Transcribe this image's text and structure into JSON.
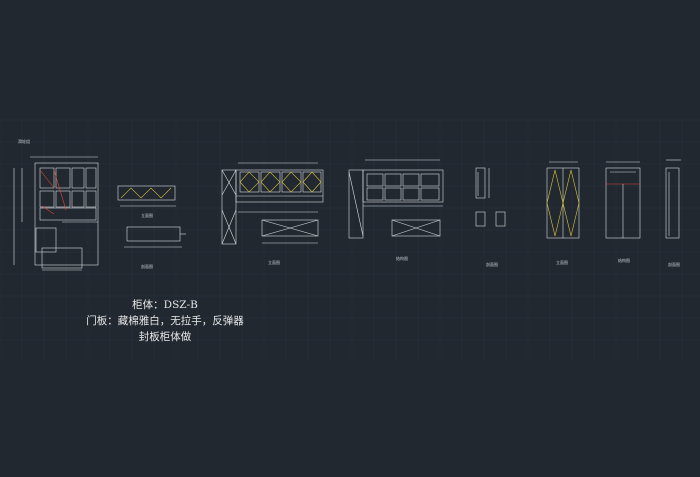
{
  "drawing": {
    "background": "#212830",
    "grid_color": "#2b333c",
    "line_color": "#d8dcdf",
    "accent_yellow": "#d8c23a",
    "accent_red": "#e0443a",
    "accent_green": "#3aa85a"
  },
  "notes": {
    "line1": "柜体：DSZ-B",
    "line2": "门板：藏棉雅白，无拉手，反弹器",
    "line3": "封板柜体做"
  },
  "view_labels": {
    "v1_top": "滑轮组",
    "v2_top": "立面图",
    "v2_bottom": "剖面图",
    "v3_bottom": "立面图",
    "v4_bottom": "结构图",
    "v5_bottom": "剖面图",
    "v6_bottom": "立面图",
    "v7_bottom": "结构图",
    "v8_bottom": "剖面图"
  }
}
